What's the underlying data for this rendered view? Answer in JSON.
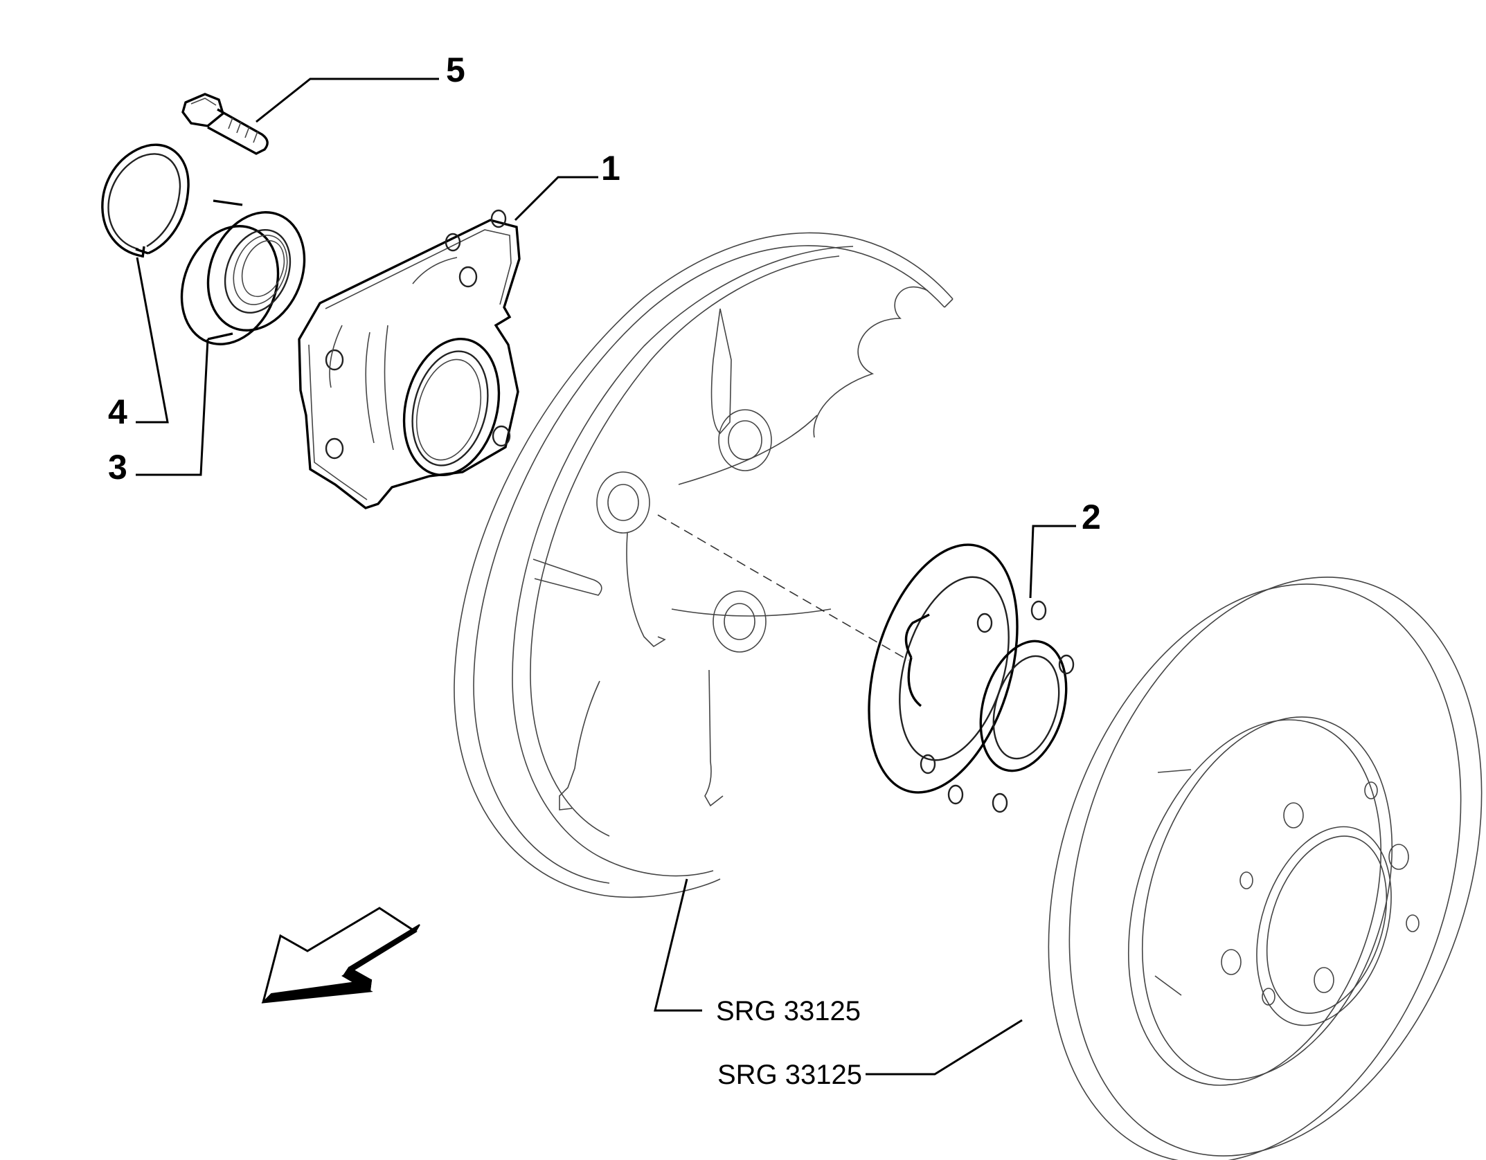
{
  "callouts": {
    "c1": "1",
    "c2": "2",
    "c3": "3",
    "c4": "4",
    "c5": "5"
  },
  "references": {
    "backing_plate": "SRG 33125",
    "brake_disc": "SRG 33125"
  },
  "icons": {
    "direction": "direction-arrow-icon"
  }
}
